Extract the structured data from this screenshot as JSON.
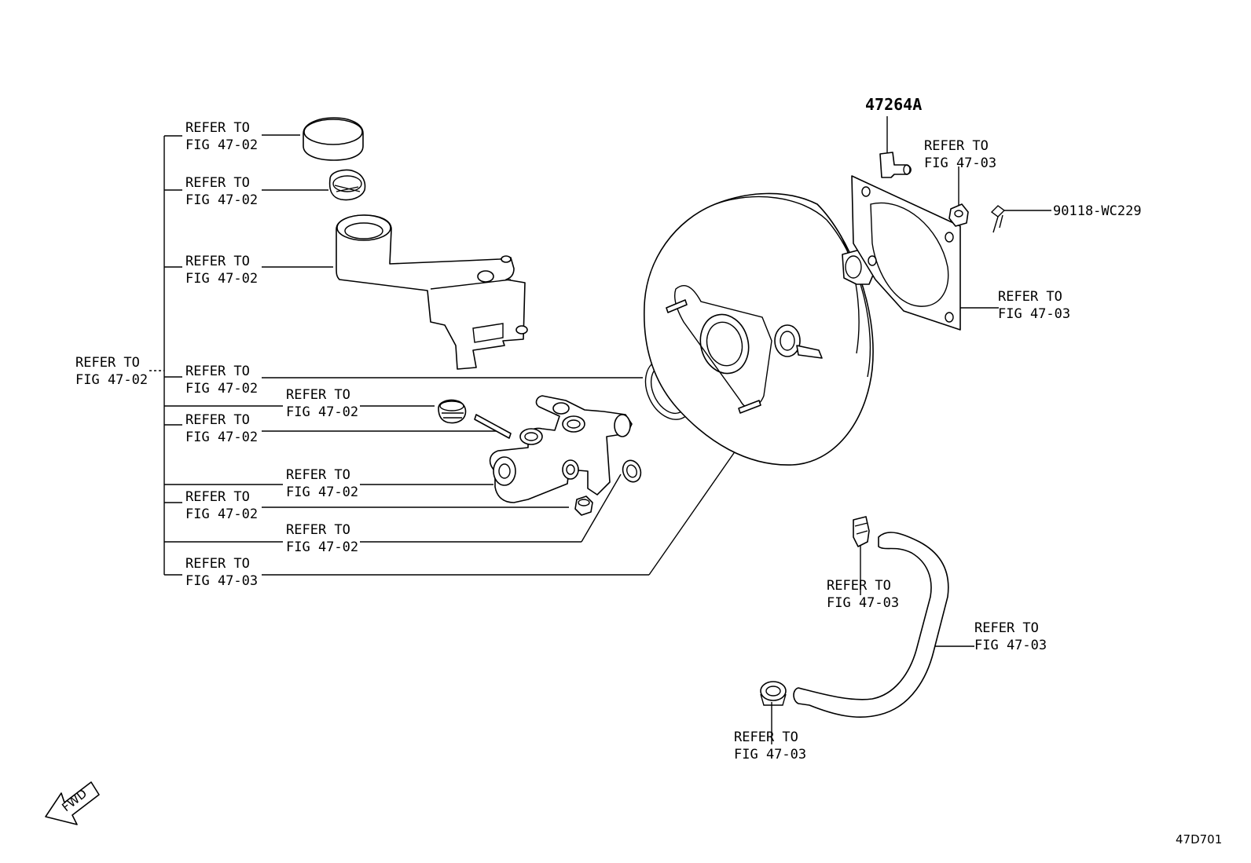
{
  "labels": {
    "reservoir_cap": [
      "REFER TO",
      "FIG 47-02"
    ],
    "strainer": [
      "REFER TO",
      "FIG 47-02"
    ],
    "reservoir": [
      "REFER TO",
      "FIG 47-02"
    ],
    "group_left": [
      "REFER TO",
      "FIG 47-02"
    ],
    "o_ring": [
      "REFER TO",
      "FIG 47-02"
    ],
    "grommet": [
      "REFER TO",
      "FIG 47-02"
    ],
    "pin": [
      "REFER TO",
      "FIG 47-02"
    ],
    "master_cylinder": [
      "REFER TO",
      "FIG 47-02"
    ],
    "nut_mc": [
      "REFER TO",
      "FIG 47-02"
    ],
    "gasket_mc": [
      "REFER TO",
      "FIG 47-02"
    ],
    "booster": [
      "REFER TO",
      "FIG 47-03"
    ],
    "nut_booster": [
      "REFER TO",
      "FIG 47-03"
    ],
    "booster_gasket": [
      "REFER TO",
      "FIG 47-03"
    ],
    "hose_clip_top": [
      "REFER TO",
      "FIG 47-03"
    ],
    "vacuum_hose": [
      "REFER TO",
      "FIG 47-03"
    ],
    "hose_clip_bottom": [
      "REFER TO",
      "FIG 47-03"
    ]
  },
  "part_numbers": {
    "pin_top": "47264A",
    "clip": "90118-WC229"
  },
  "fwd_label": "FWD",
  "diagram_id": "47D701"
}
